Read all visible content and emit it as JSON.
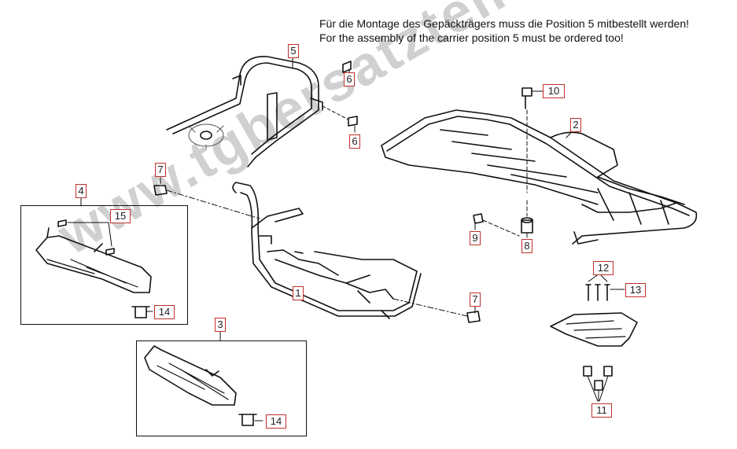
{
  "notes": {
    "de": "Für die Montage des Gepäckträgers muss die Position 5 mitbestellt werden!",
    "en": "For the assembly of the carrier position 5 must be ordered too!"
  },
  "watermark": "www.tgbersatzteile.de",
  "callouts": {
    "c1": "1",
    "c2": "2",
    "c3": "3",
    "c4": "4",
    "c5": "5",
    "c6a": "6",
    "c6b": "6",
    "c7a": "7",
    "c7b": "7",
    "c8": "8",
    "c9": "9",
    "c10": "10",
    "c11": "11",
    "c12": "12",
    "c13": "13",
    "c14a": "14",
    "c14b": "14",
    "c15": "15"
  },
  "colors": {
    "callout_border": "#c0302a",
    "line": "#111111",
    "watermark": "#aaaaaa"
  }
}
